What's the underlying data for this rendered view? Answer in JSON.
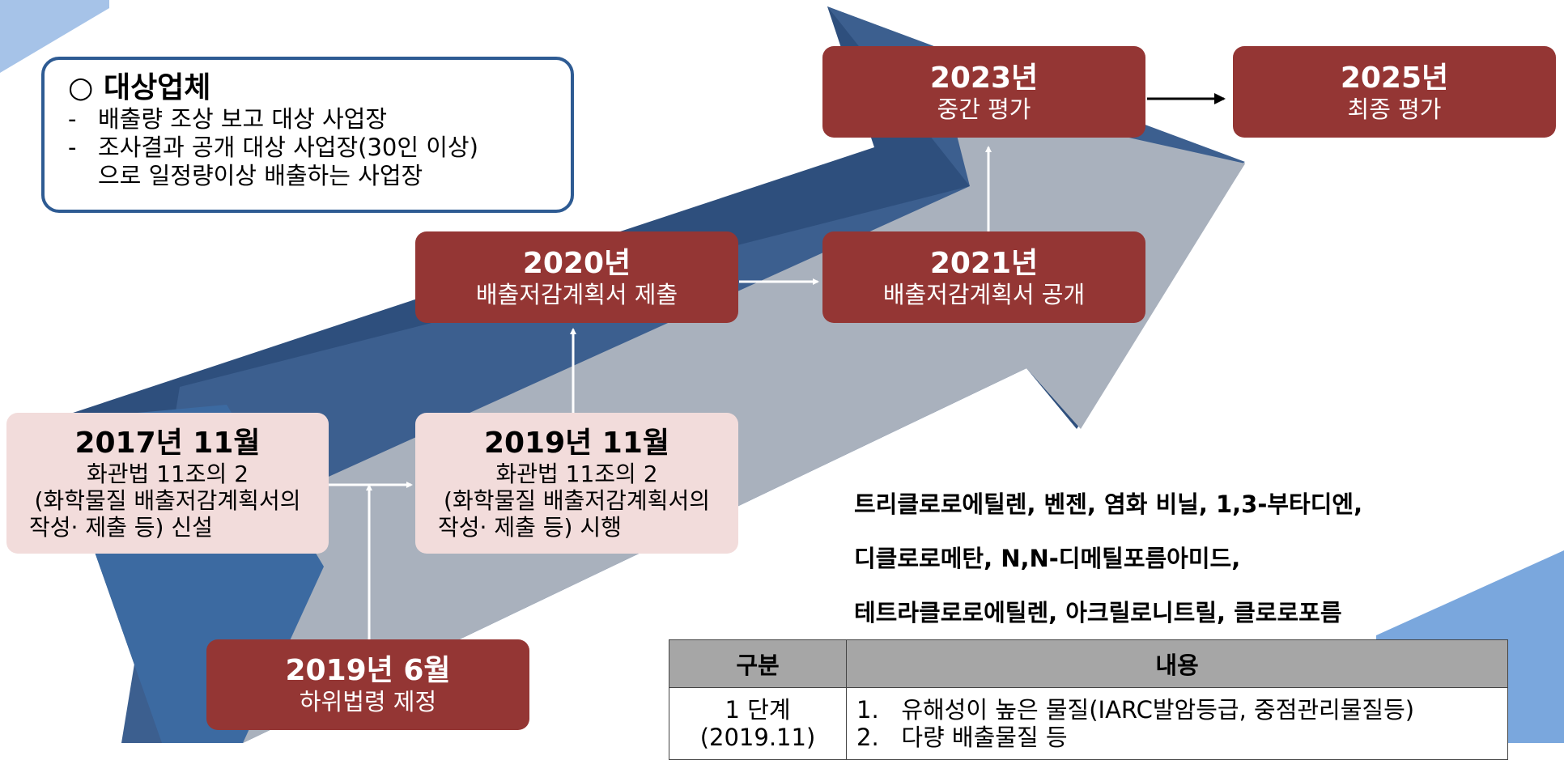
{
  "target": {
    "title": "○ 대상업체",
    "lines": [
      {
        "prefix": "-",
        "text": "배출량 조상 보고 대상 사업장"
      },
      {
        "prefix": "-",
        "text": "조사결과 공개 대상 사업장(30인 이상)"
      },
      {
        "prefix": "",
        "text": "으로 일정량이상 배출하는 사업장"
      }
    ]
  },
  "milestones": {
    "y2017": {
      "year": "2017년 11월",
      "l1": "화관법 11조의 2",
      "l2": "(화학물질 배출저감계획서의",
      "l3": "작성· 제출 등) 신설"
    },
    "y2019_11": {
      "year": "2019년 11월",
      "l1": "화관법 11조의 2",
      "l2": "(화학물질 배출저감계획서의",
      "l3": "작성· 제출 등) 시행"
    },
    "y2019_6": {
      "year": "2019년 6월",
      "desc": "하위법령 제정"
    },
    "y2020": {
      "year": "2020년",
      "desc": "배출저감계획서 제출"
    },
    "y2021": {
      "year": "2021년",
      "desc": "배출저감계획서 공개"
    },
    "y2023": {
      "year": "2023년",
      "desc": "중간 평가"
    },
    "y2025": {
      "year": "2025년",
      "desc": "최종 평가"
    }
  },
  "substances": {
    "line1": "트리클로로에틸렌, 벤젠, 염화 비닐, 1,3-부타디엔,",
    "line2": "디클로로메탄,  N,N-디메틸포름아미드,",
    "line3": "테트라클로로에틸렌,  아크릴로니트릴, 클로로포름"
  },
  "table": {
    "headers": [
      "구분",
      "내용"
    ],
    "rows": [
      {
        "stage": "1 단계",
        "stage_date": "(2019.11)",
        "item1": "1.   유해성이 높은 물질(IARC발암등급, 중점관리물질등)",
        "item2": "2.   다량 배출물질 등"
      }
    ]
  },
  "colors": {
    "dark_red": "#943634",
    "pink": "#f2dcdb",
    "navy": "#2e5b93",
    "arrow_gray": "#a9b1bd",
    "arrow_blue": "#3c5f8f",
    "corner_blue": "#7aa7dd"
  }
}
